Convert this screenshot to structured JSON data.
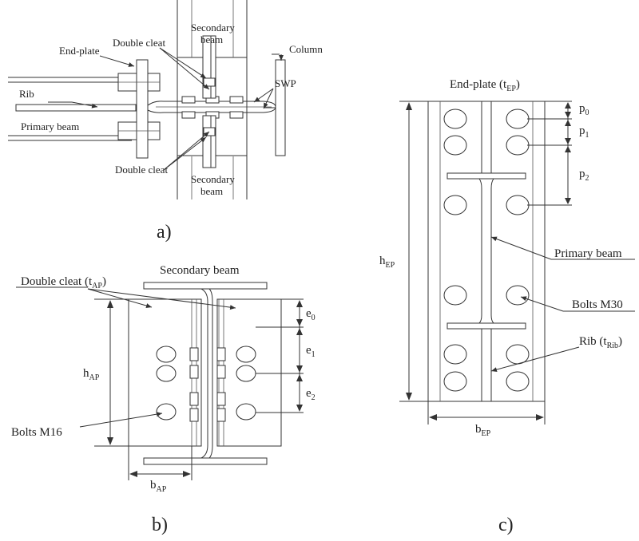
{
  "panel_a": {
    "label_end_plate": "End-plate",
    "label_double_cleat_top": "Double cleat",
    "label_secondary_beam_top": [
      "Secondary",
      "beam"
    ],
    "label_column": "Column",
    "label_rib": "Rib",
    "label_swp": "SWP",
    "label_primary_beam": "Primary beam",
    "label_double_cleat_bottom": "Double cleat",
    "label_secondary_beam_bottom": [
      "Secondary",
      "beam"
    ],
    "caption": "a)"
  },
  "panel_b": {
    "title": "Secondary beam",
    "label_double_cleat": {
      "main": "Double cleat (t",
      "sub": "AP",
      "end": ")"
    },
    "label_bolts": "Bolts M16",
    "dim_h": {
      "main": "h",
      "sub": "AP"
    },
    "dim_b": {
      "main": "b",
      "sub": "AP"
    },
    "dim_e0": {
      "main": "e",
      "sub": "0"
    },
    "dim_e1": {
      "main": "e",
      "sub": "1"
    },
    "dim_e2": {
      "main": "e",
      "sub": "2"
    },
    "caption": "b)"
  },
  "panel_c": {
    "title": {
      "main": "End-plate (t",
      "sub": "EP",
      "end": ")"
    },
    "label_primary_beam": "Primary beam",
    "label_bolts": "Bolts M30",
    "label_rib": {
      "main": "Rib (t",
      "sub": "Rib",
      "end": ")"
    },
    "dim_h": {
      "main": "h",
      "sub": "EP"
    },
    "dim_b": {
      "main": "b",
      "sub": "EP"
    },
    "dim_p0": {
      "main": "p",
      "sub": "0"
    },
    "dim_p1": {
      "main": "p",
      "sub": "1"
    },
    "dim_p2": {
      "main": "p",
      "sub": "2"
    },
    "caption": "c)"
  }
}
